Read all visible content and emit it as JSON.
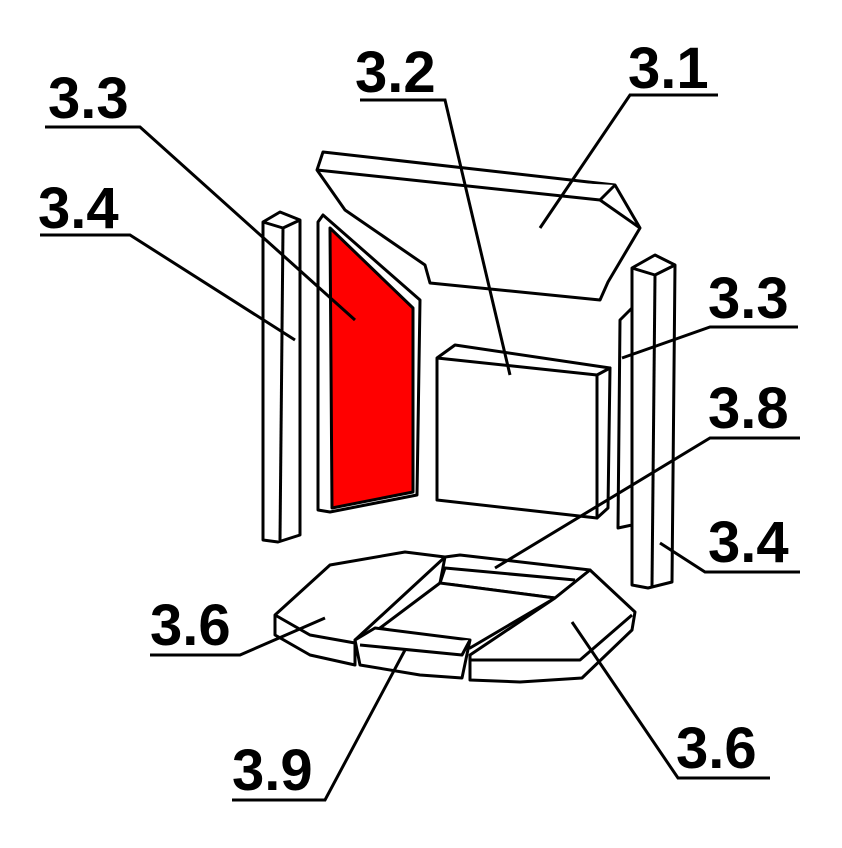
{
  "colors": {
    "highlight": "#ff0000",
    "line": "#000000",
    "background": "#ffffff"
  },
  "labels": {
    "part_3_1": "3.1",
    "part_3_2": "3.2",
    "part_3_3_left": "3.3",
    "part_3_3_right": "3.3",
    "part_3_4_left": "3.4",
    "part_3_4_right": "3.4",
    "part_3_6_left": "3.6",
    "part_3_6_right": "3.6",
    "part_3_8": "3.8",
    "part_3_9": "3.9"
  },
  "highlighted_part": "3.3"
}
